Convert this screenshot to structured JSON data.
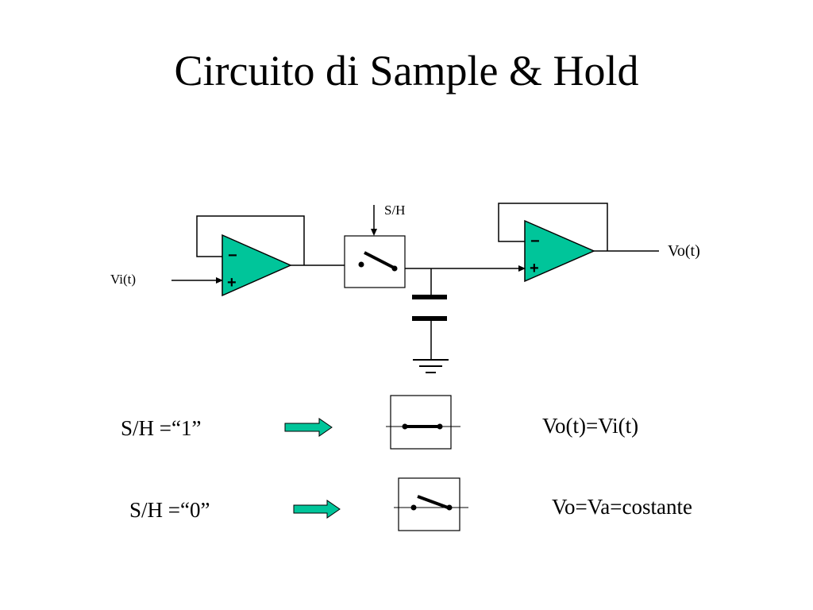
{
  "title": "Circuito di Sample & Hold",
  "colors": {
    "opamp_fill": "#00c59a",
    "arrow_fill": "#00c59a",
    "line": "#000000"
  },
  "circuit": {
    "input_label": "Vi(t)",
    "output_label": "Vo(t)",
    "control_label": "S/H",
    "opamp_minus": "−",
    "opamp_plus": "+"
  },
  "legend": [
    {
      "condition": "S/H =“1”",
      "switch_state": "closed",
      "result": "Vo(t)=Vi(t)"
    },
    {
      "condition": "S/H =“0”",
      "switch_state": "open",
      "result": "Vo=Va=costante"
    }
  ]
}
